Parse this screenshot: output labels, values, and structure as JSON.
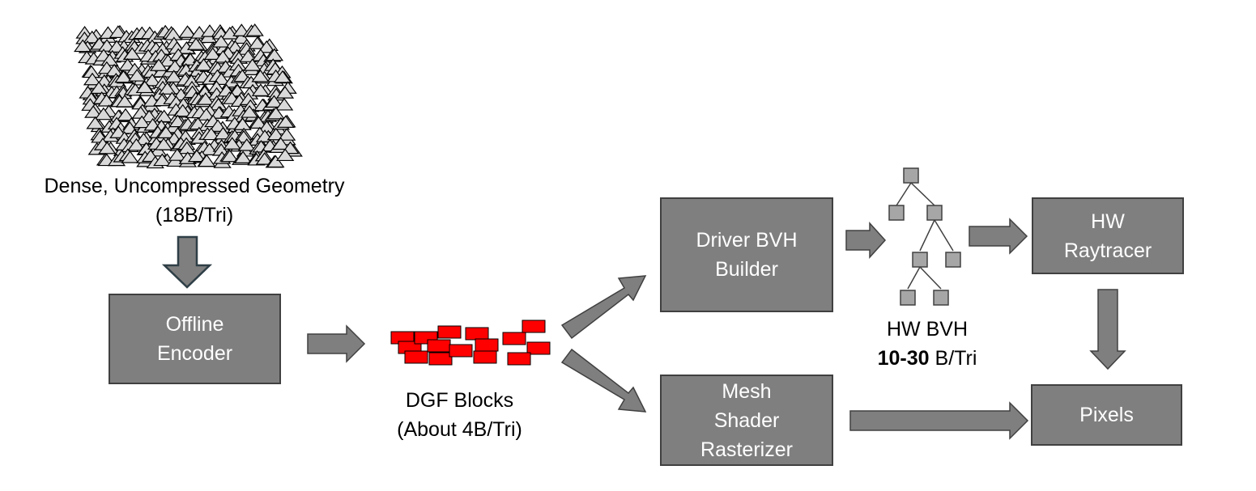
{
  "colors": {
    "box_fill": "#7f7f7f",
    "box_border": "#404040",
    "arrow_fill": "#7f7f7f",
    "arrow_stroke": "#2f3f47",
    "block_fill": "#ff0000",
    "node_fill": "#a6a6a6",
    "triangle_fill": "#d9d9d9"
  },
  "geometry": {
    "label_line1": "Dense, Uncompressed Geometry",
    "label_line2": "(18B/Tri)",
    "icon": "triangle-mesh-icon"
  },
  "offline_encoder": {
    "line1": "Offline",
    "line2": "Encoder"
  },
  "dgf_blocks": {
    "label_line1": "DGF Blocks",
    "label_line2": "(About 4B/Tri)",
    "icon": "compressed-blocks-icon"
  },
  "driver_bvh_builder": {
    "line1": "Driver BVH",
    "line2": "Builder"
  },
  "mesh_shader_rasterizer": {
    "line1": "Mesh",
    "line2": "Shader",
    "line3": "Rasterizer"
  },
  "hw_bvh": {
    "label_line1": "HW BVH",
    "label_bold": "10-30",
    "label_rest": " B/Tri",
    "icon": "bvh-tree-icon"
  },
  "hw_raytracer": {
    "line1": "HW",
    "line2": "Raytracer"
  },
  "pixels": {
    "label": "Pixels"
  }
}
